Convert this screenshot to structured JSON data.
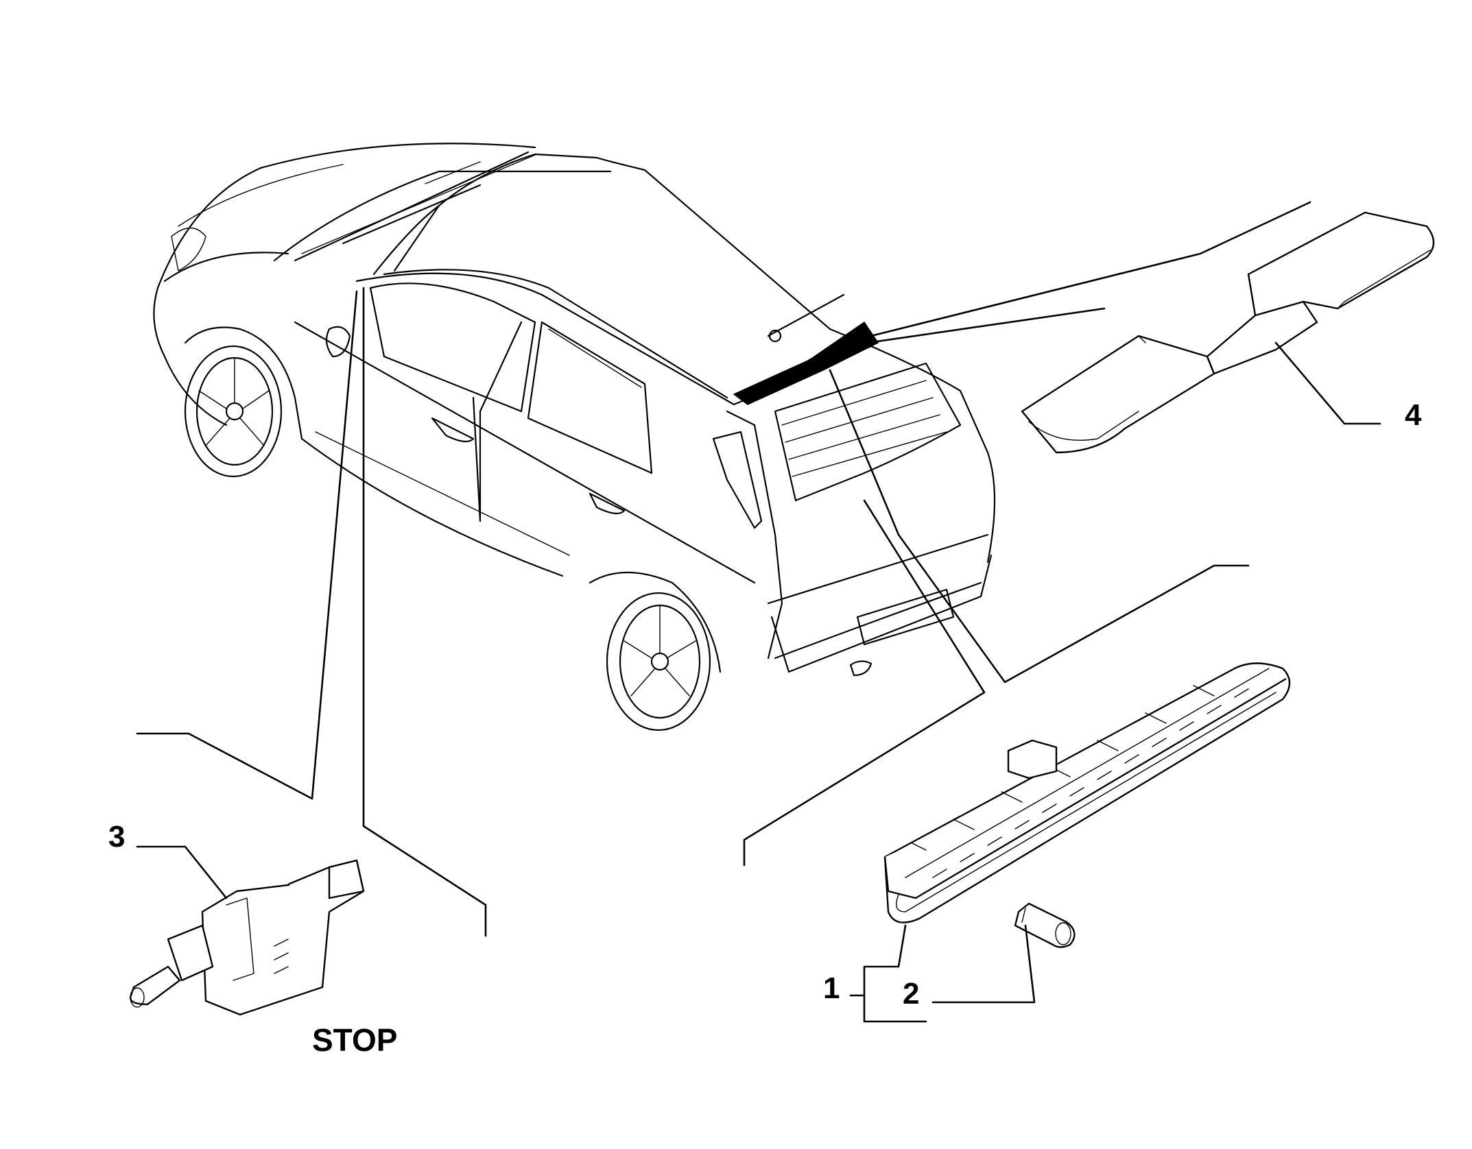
{
  "callouts": {
    "c1": "1",
    "c2": "2",
    "c3": "3",
    "c4": "4"
  },
  "caption": "STOP",
  "parts": [
    {
      "ref": "1",
      "icon": "high-level-brake-light"
    },
    {
      "ref": "2",
      "icon": "bulb"
    },
    {
      "ref": "3",
      "icon": "stop-switch"
    },
    {
      "ref": "4",
      "icon": "spoiler-cover"
    }
  ]
}
